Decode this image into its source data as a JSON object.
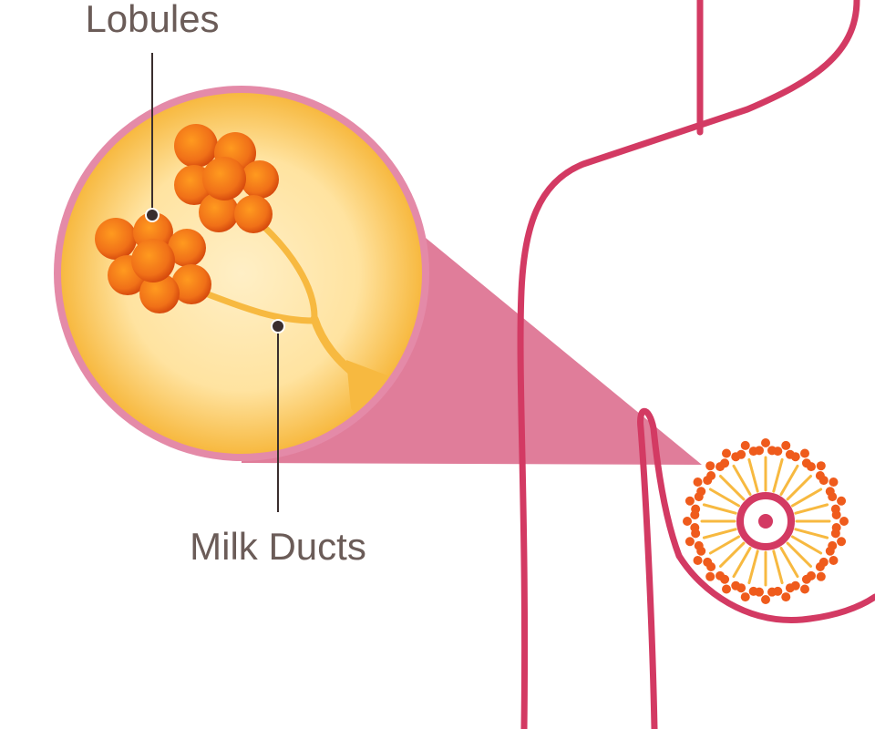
{
  "labels": {
    "lobules": "Lobules",
    "milk_ducts": "Milk Ducts"
  },
  "colors": {
    "outline": "#d33a63",
    "callout_fill": "#e07d9a",
    "circle_rim": "#e48aa8",
    "circle_fill_center": "#ffefc6",
    "circle_fill_edge": "#f7b940",
    "duct": "#f7b940",
    "lobule_light": "#ff9a1f",
    "lobule_dark": "#d4470c",
    "nipple_lobule": "#ef5b1c",
    "label_text": "#6b5c58",
    "leader_line": "#3a2e2e"
  },
  "icons": {
    "lobule": "orange-sphere",
    "nipple": "concentric-ring"
  }
}
